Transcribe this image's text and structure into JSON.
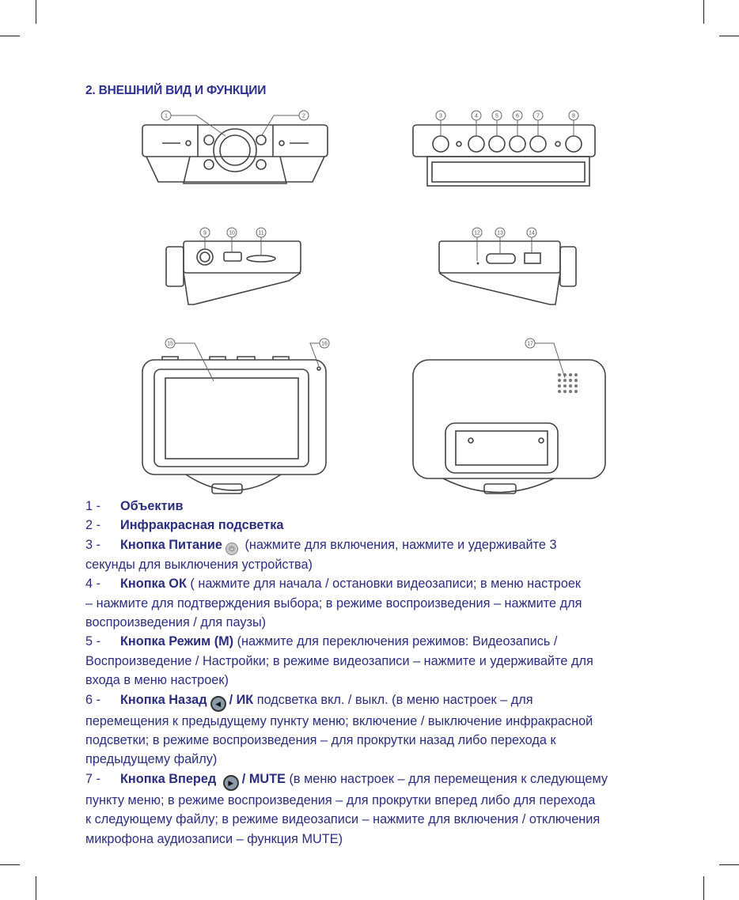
{
  "title": "2. ВНЕШНИЙ ВИД И ФУНКЦИИ",
  "diagram_labels": [
    "1",
    "2",
    "3",
    "4",
    "5",
    "6",
    "7",
    "8",
    "9",
    "10",
    "11",
    "12",
    "13",
    "14",
    "15",
    "16",
    "17"
  ],
  "icons": {
    "power": "power-icon",
    "back": "left-arrow-icon",
    "forward": "right-arrow-icon"
  },
  "colors": {
    "text": "#2b2d80",
    "heading": "#2e3192"
  },
  "items": [
    {
      "num": "1 -",
      "title": "Объектив"
    },
    {
      "num": "2 -",
      "title": "Инфракрасная подсветка"
    },
    {
      "num": "3 -",
      "title": "Кнопка Питание",
      "text": "(нажмите для включения, нажмите и удерживайте 3",
      "cont": [
        "секунды для выключения устройства)"
      ]
    },
    {
      "num": "4 -",
      "title": "Кнопка ОК",
      "text": "( нажмите для начала / остановки видеозаписи; в меню настроек",
      "cont": [
        "– нажмите для подтверждения выбора; в режиме воспроизведения – нажмите для",
        "воспроизведения / для паузы)"
      ]
    },
    {
      "num": "5 -",
      "title": "Кнопка Режим (М)",
      "text": "(нажмите для переключения режимов: Видеозапись /",
      "cont": [
        "Воспроизведение / Настройки; в режиме видеозаписи – нажмите и удерживайте для",
        "входа в меню настроек)"
      ]
    },
    {
      "num": "6 -",
      "title": "Кнопка Назад",
      "title2": "/ ИК",
      "text": "подсветка вкл. / выкл. (в меню настроек – для",
      "cont": [
        "перемещения к предыдущему пункту меню; включение / выключение инфракрасной",
        "подсветки; в режиме воспроизведения – для прокрутки назад либо перехода к",
        "предыдущему файлу)"
      ]
    },
    {
      "num": "7 -",
      "title": "Кнопка Вперед",
      "title2": "/ MUTE",
      "text": "(в меню настроек – для перемещения к следующему",
      "cont": [
        "пункту меню; в режиме воспроизведения – для прокрутки вперед либо для перехода",
        "к следующему файлу; в режиме видеозаписи – нажмите для включения / отключения",
        "микрофона аудиозаписи – функция MUTE)"
      ]
    }
  ]
}
